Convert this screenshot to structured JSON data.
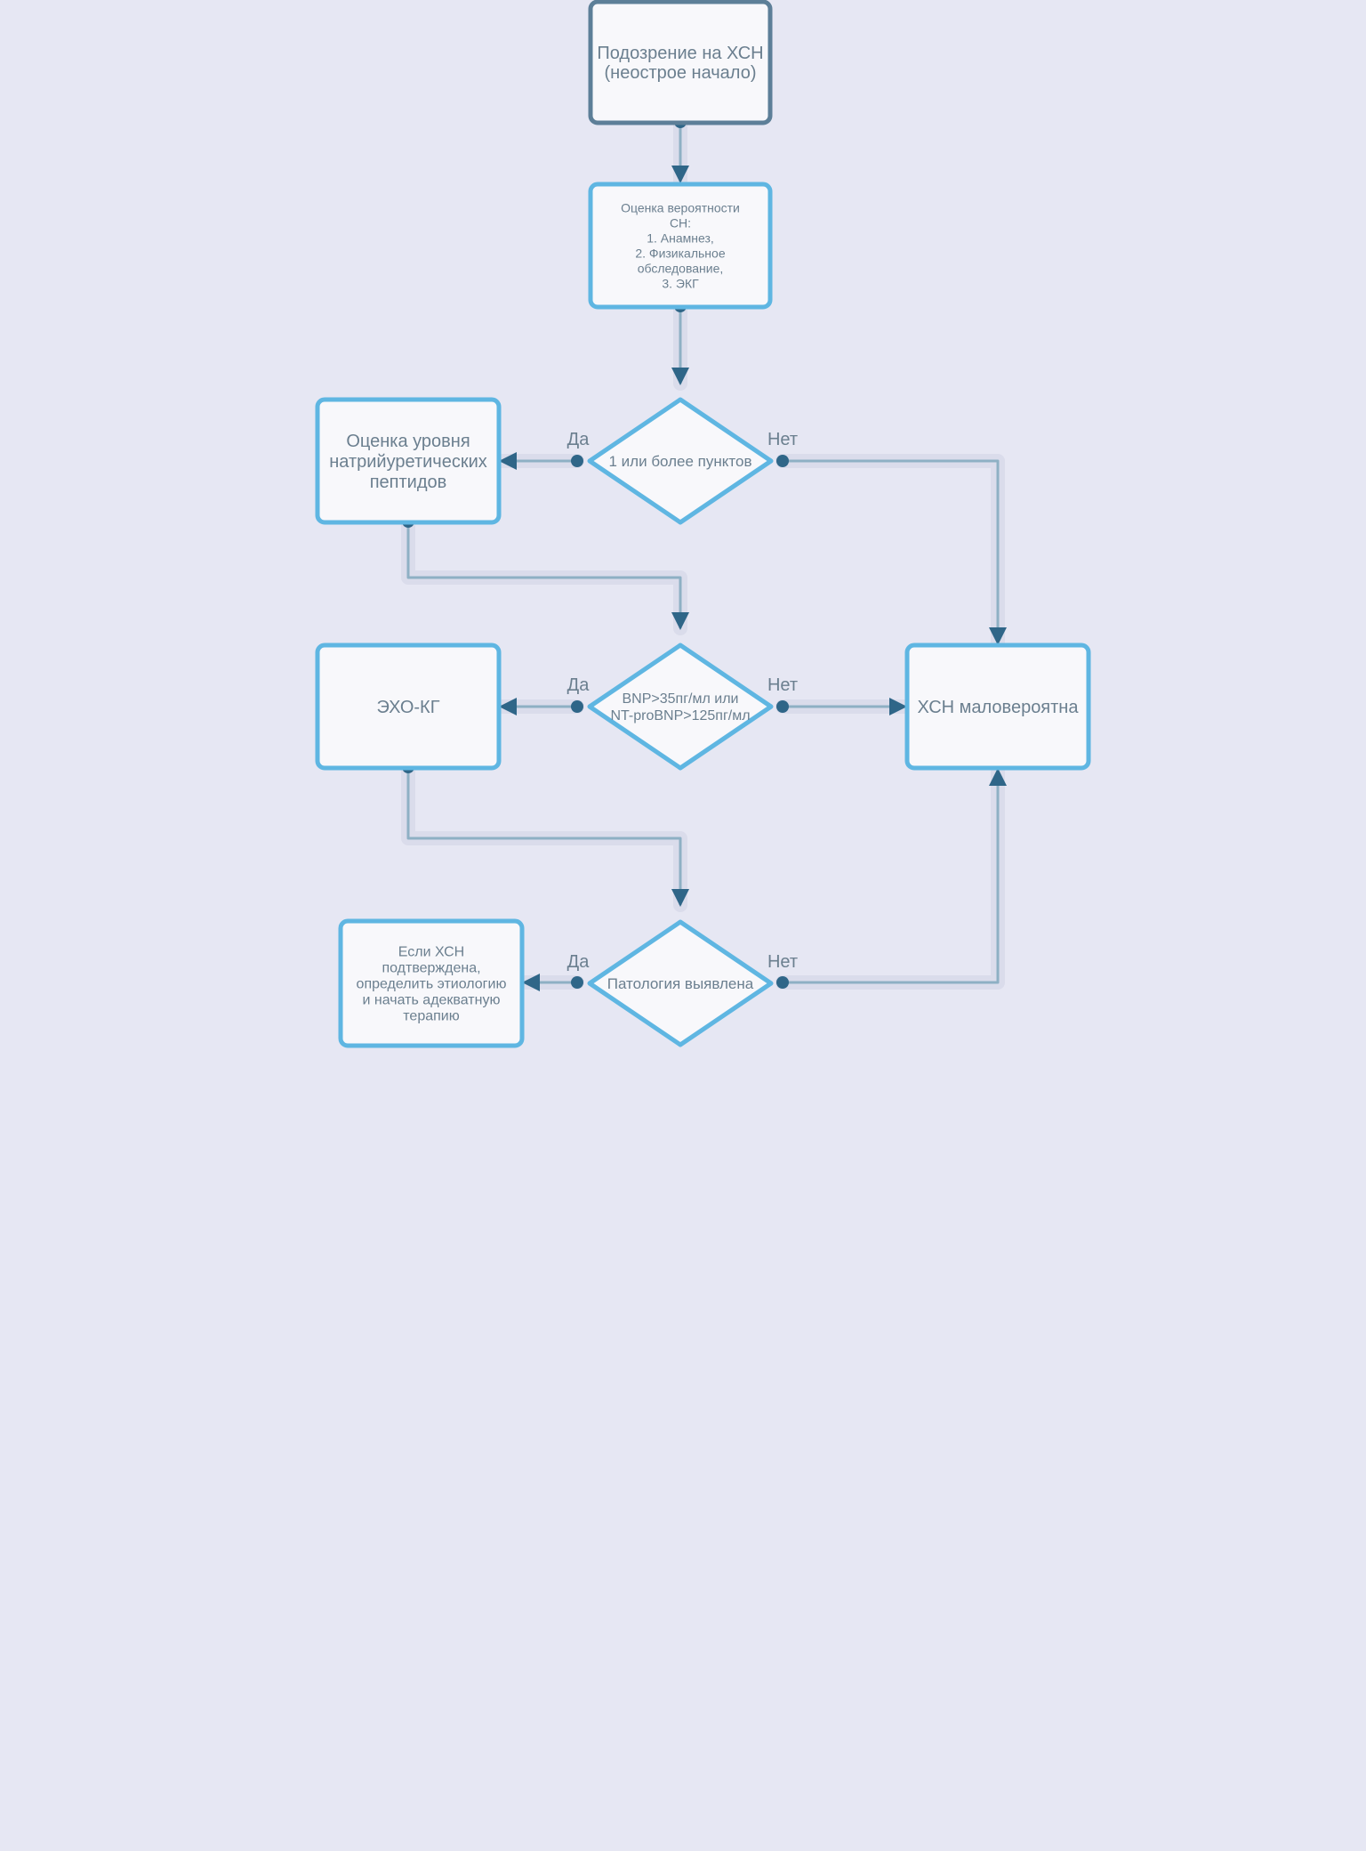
{
  "colors": {
    "background": "#e6e7f3",
    "box_fill": "#f8f8fb",
    "start_stroke": "#5d7f98",
    "box_stroke": "#5fb6e2",
    "edge": "#8eb0c4",
    "edge_halo": "#dadceb",
    "arrow": "#2f6688",
    "text": "#6b7f8f"
  },
  "nodes": [
    {
      "id": "start",
      "shape": "rect",
      "lines": [
        "Подозрение на ХСН",
        "(неострое начало)"
      ]
    },
    {
      "id": "assess",
      "shape": "rect",
      "lines": [
        "Оценка вероятности",
        "СН:",
        "1. Анамнез,",
        "2. Физикальное",
        "обследование,",
        "3. ЭКГ"
      ]
    },
    {
      "id": "d1",
      "shape": "diamond",
      "lines": [
        "1 или более пунктов"
      ]
    },
    {
      "id": "peptides",
      "shape": "rect",
      "lines": [
        "Оценка уровня",
        "натрийуретических",
        "пептидов"
      ]
    },
    {
      "id": "d2",
      "shape": "diamond",
      "lines": [
        "BNP>35пг/мл или",
        "NT-proBNP>125пг/мл"
      ]
    },
    {
      "id": "echo",
      "shape": "rect",
      "lines": [
        "ЭХО-КГ"
      ]
    },
    {
      "id": "unlikely",
      "shape": "rect",
      "lines": [
        "ХСН маловероятна"
      ]
    },
    {
      "id": "d3",
      "shape": "diamond",
      "lines": [
        "Патология выявлена"
      ]
    },
    {
      "id": "confirmed",
      "shape": "rect",
      "lines": [
        "Если ХСН",
        "подтверждена,",
        "определить этиологию",
        "и начать адекватную",
        "терапию"
      ]
    }
  ],
  "edges": [
    {
      "from": "start",
      "to": "assess",
      "label": ""
    },
    {
      "from": "assess",
      "to": "d1",
      "label": ""
    },
    {
      "from": "d1",
      "to": "peptides",
      "label": "Да"
    },
    {
      "from": "d1",
      "to": "unlikely",
      "label": "Нет"
    },
    {
      "from": "peptides",
      "to": "d2",
      "label": ""
    },
    {
      "from": "d2",
      "to": "echo",
      "label": "Да"
    },
    {
      "from": "d2",
      "to": "unlikely",
      "label": "Нет"
    },
    {
      "from": "echo",
      "to": "d3",
      "label": ""
    },
    {
      "from": "d3",
      "to": "confirmed",
      "label": "Да"
    },
    {
      "from": "d3",
      "to": "unlikely",
      "label": "Нет"
    }
  ]
}
